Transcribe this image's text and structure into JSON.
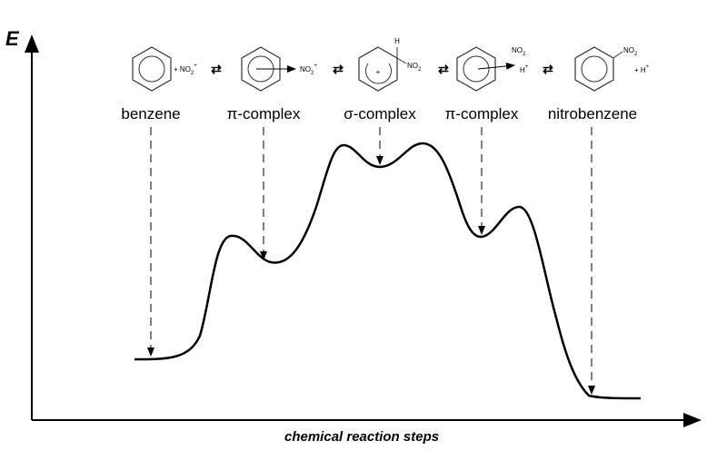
{
  "axes": {
    "y_label": "E",
    "x_label": "chemical reaction steps"
  },
  "reaction_scheme": {
    "step1": {
      "reagent": "+ NO",
      "reagent_sub": "2",
      "reagent_sup": "+"
    },
    "step2": {
      "reagent": "NO",
      "reagent_sub": "2",
      "reagent_sup": "+"
    },
    "step3": {
      "ring_sign": "+",
      "atom_h": "H",
      "substituent": "NO",
      "substituent_sub": "2"
    },
    "step4": {
      "top": "NO",
      "top_sub": "2",
      "proton": "H",
      "proton_sup": "+"
    },
    "step5": {
      "substituent": "NO",
      "substituent_sub": "2",
      "proton": "+ H",
      "proton_sup": "+"
    },
    "equilibrium_symbol": "⇄"
  },
  "stage_labels": [
    "benzene",
    "π-complex",
    "σ-complex",
    "π-complex",
    "nitrobenzene"
  ],
  "colors": {
    "curve": "#000000",
    "ring_stroke": "#333333",
    "text": "#000000"
  }
}
